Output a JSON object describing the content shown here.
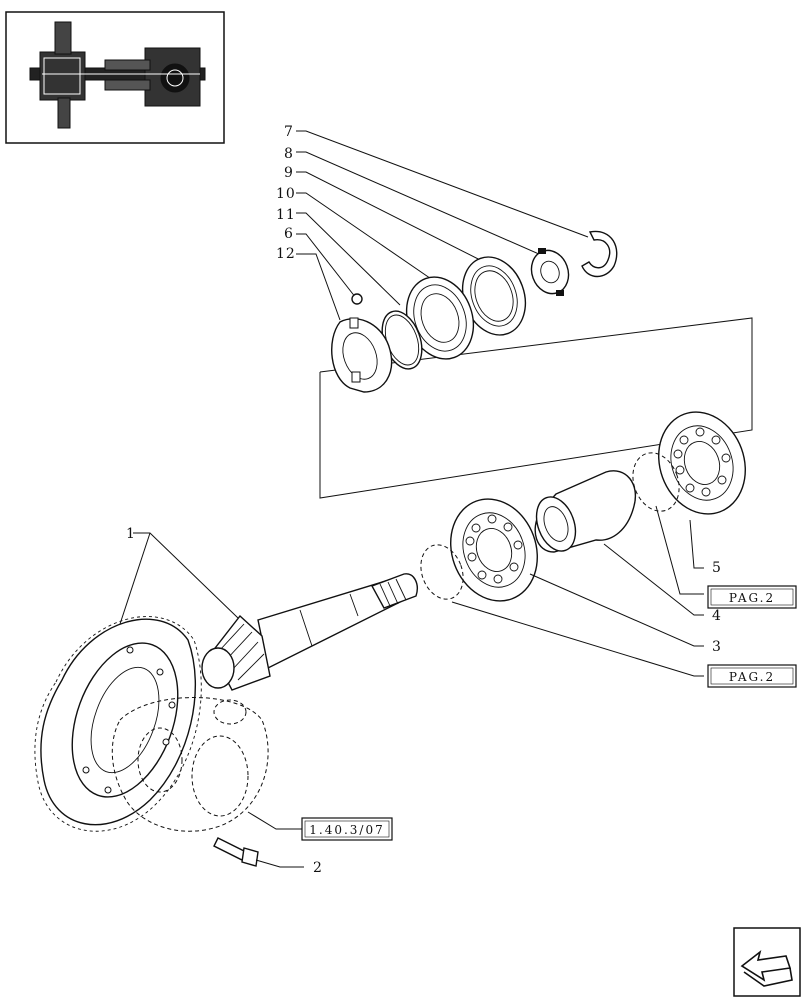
{
  "callouts": {
    "c1": "1",
    "c2": "2",
    "c3": "3",
    "c4": "4",
    "c5": "5",
    "c6": "6",
    "c7": "7",
    "c8": "8",
    "c9": "9",
    "c10": "10",
    "c11": "11",
    "c12": "12"
  },
  "references": {
    "pag_upper": "PAG.2",
    "pag_lower": "PAG.2",
    "section_ref": "1.40.3/07"
  },
  "icons": {
    "thumbnail": "axle-assembly-thumbnail",
    "nav": "arrow-left-icon"
  }
}
